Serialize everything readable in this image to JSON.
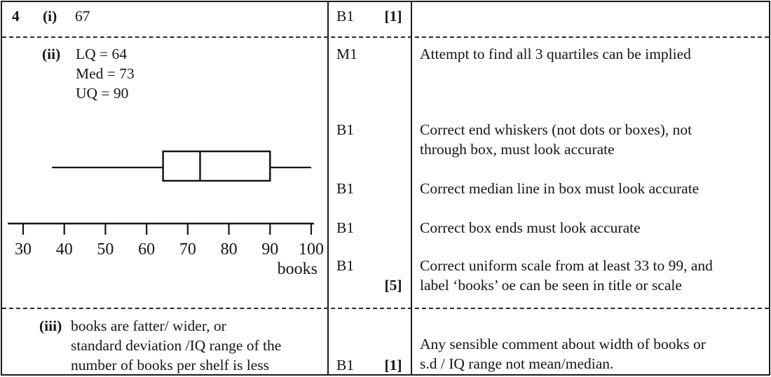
{
  "question_number": "4",
  "parts": [
    {
      "label": "(i)",
      "answer_lines": [
        "67"
      ],
      "marks": [
        {
          "code": "B1",
          "comment_lines": []
        }
      ],
      "total": "[1]"
    },
    {
      "label": "(ii)",
      "answer_lines": [
        "LQ = 64",
        "Med = 73",
        "UQ = 90"
      ],
      "marks": [
        {
          "code": "M1",
          "comment_lines": [
            "Attempt to find all 3 quartiles can be implied"
          ]
        },
        {
          "code": "B1",
          "comment_lines": [
            "Correct end whiskers (not dots or boxes), not",
            "through box, must look accurate"
          ]
        },
        {
          "code": "B1",
          "comment_lines": [
            "Correct median line in box must look accurate"
          ]
        },
        {
          "code": "B1",
          "comment_lines": [
            "Correct box ends must look accurate"
          ]
        },
        {
          "code": "B1",
          "comment_lines": [
            "Correct uniform scale from at least 33 to 99, and",
            "label ‘books’ oe can be seen in title or scale"
          ]
        }
      ],
      "total": "[5]"
    },
    {
      "label": "(iii)",
      "answer_lines": [
        "books are fatter/ wider, or",
        "standard deviation /IQ range of the",
        "number of books per shelf is less"
      ],
      "marks": [
        {
          "code": "B1",
          "comment_lines": [
            "Any sensible comment about width of books or",
            "s.d / IQ range not mean/median."
          ]
        }
      ],
      "total": "[1]"
    }
  ],
  "chart_data": {
    "type": "boxplot",
    "title": "",
    "xlabel": "books",
    "min": 37,
    "q1": 64,
    "median": 73,
    "q3": 90,
    "max": 100,
    "axis_ticks": [
      30,
      40,
      50,
      60,
      70,
      80,
      90,
      100
    ],
    "xlim": [
      30,
      100
    ],
    "line_color": "#161616"
  }
}
